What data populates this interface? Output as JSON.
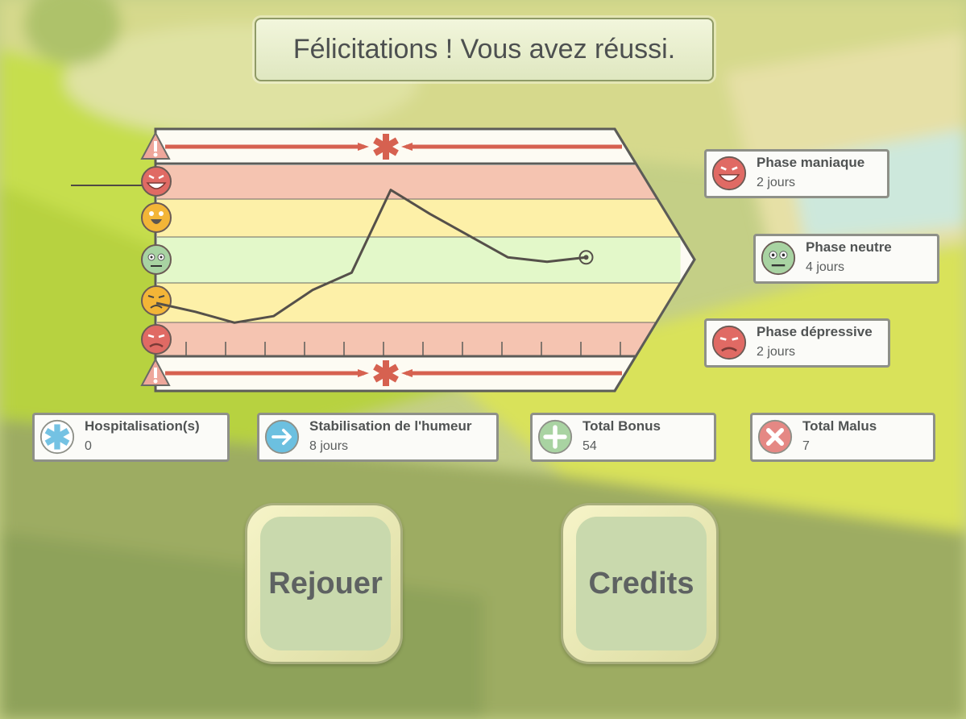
{
  "title": "Félicitations ! Vous avez réussi.",
  "chart_data": {
    "type": "line",
    "x": [
      0,
      1,
      2,
      3,
      4,
      5,
      6,
      7,
      8,
      9,
      10,
      11
    ],
    "values": [
      -1.0,
      -1.2,
      -1.45,
      -1.3,
      -0.7,
      -0.3,
      1.6,
      1.05,
      0.55,
      0.05,
      -0.05,
      0.05
    ],
    "ylim": [
      -2,
      2
    ],
    "bands": [
      "maniaque",
      "hypomaniaque",
      "neutre",
      "subdépressif",
      "dépressif"
    ],
    "band_colors": [
      "#f5c4b1",
      "#fdf0a8",
      "#e3f8c9",
      "#fdf0a8",
      "#f5c4b1"
    ],
    "line_color": "#55504a"
  },
  "phases": [
    {
      "label": "Phase maniaque",
      "value": "2 jours",
      "icon": "manic-face-icon",
      "color": "#e0625c"
    },
    {
      "label": "Phase neutre",
      "value": "4 jours",
      "icon": "neutral-face-icon",
      "color": "#a8d3a2"
    },
    {
      "label": "Phase dépressive",
      "value": "2 jours",
      "icon": "depressed-face-icon",
      "color": "#e0625c"
    }
  ],
  "stats": [
    {
      "label": "Hospitalisation(s)",
      "value": "0",
      "icon": "asterisk-icon"
    },
    {
      "label": "Stabilisation de l'humeur",
      "value": "8 jours",
      "icon": "arrow-right-icon"
    },
    {
      "label": "Total Bonus",
      "value": "54",
      "icon": "plus-icon"
    },
    {
      "label": "Total Malus",
      "value": "7",
      "icon": "cross-icon"
    }
  ],
  "buttons": {
    "replay": "Rejouer",
    "credits": "Credits"
  }
}
